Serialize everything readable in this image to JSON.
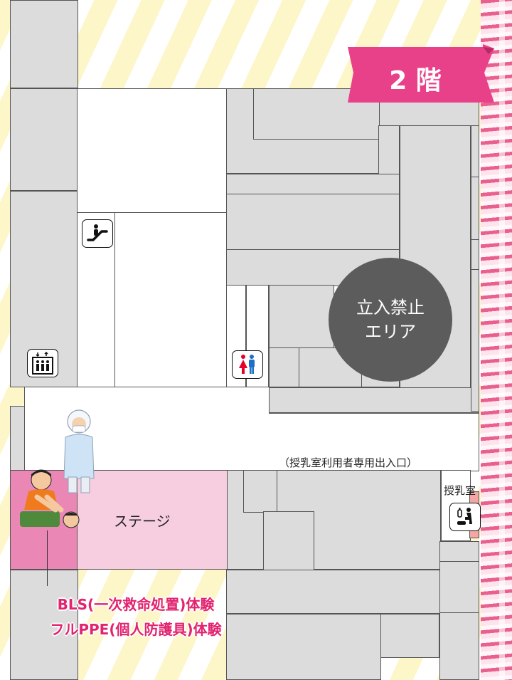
{
  "floor": {
    "label": "2 階"
  },
  "restricted_area": {
    "line1": "立入禁止",
    "line2": "エリア"
  },
  "stage": {
    "label": "ステージ"
  },
  "nursing_room": {
    "entrance_label": "（授乳室利用者専用出入口）",
    "label": "授乳室"
  },
  "experiences": {
    "line1": "BLS(一次救命処置)体験",
    "line2": "フルPPE(個人防護具)体験"
  },
  "icons": [
    "escalator-icon",
    "elevator-icon",
    "restroom-icon",
    "nursing-room-icon",
    "cpr-illustration",
    "ppe-person-illustration"
  ],
  "colors": {
    "banner": "#e9408a",
    "experience_text": "#e2236f",
    "restricted": "#5c5c5c",
    "stage": "#f7cedf",
    "experience_area": "#ea87b5"
  }
}
